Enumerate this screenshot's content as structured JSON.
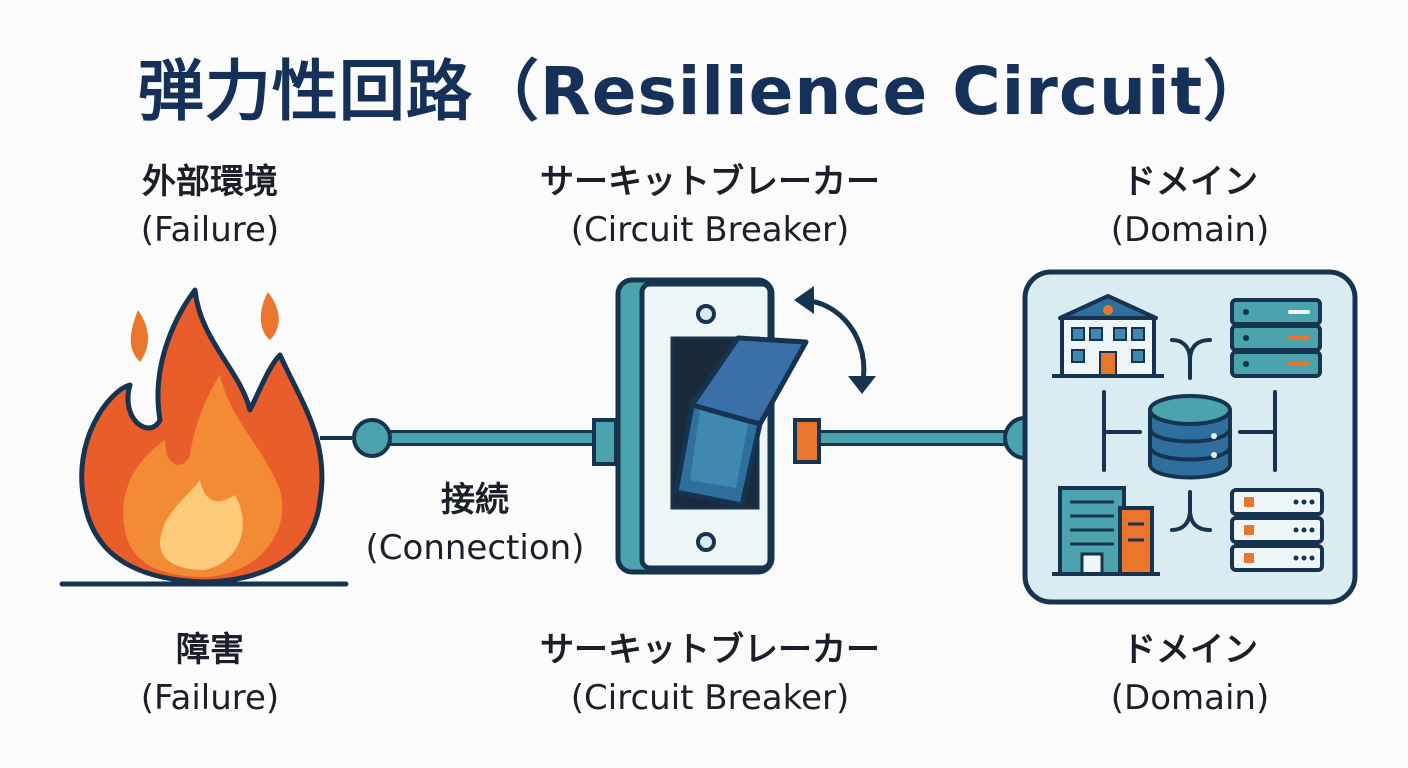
{
  "title": "弾力性回路（Resilience Circuit）",
  "top_labels": {
    "left": {
      "jp": "外部環境",
      "en": "(Failure)"
    },
    "center": {
      "jp": "サーキットブレーカー",
      "en": "(Circuit Breaker)"
    },
    "right": {
      "jp": "ドメイン",
      "en": "(Domain)"
    }
  },
  "connection_label": {
    "jp": "接続",
    "en": "(Connection)"
  },
  "bottom_labels": {
    "left": {
      "jp": "障害",
      "en": "(Failure)"
    },
    "center": {
      "jp": "サーキットブレーカー",
      "en": "(Circuit Breaker)"
    },
    "right": {
      "jp": "ドメイン",
      "en": "(Domain)"
    }
  },
  "icons": {
    "failure": "fire-icon",
    "breaker": "circuit-breaker-switch-icon",
    "toggle": "toggle-arrow-icon",
    "domain": [
      "building-icon",
      "server-rack-icon",
      "database-icon",
      "office-tower-icon",
      "server-rack-icon"
    ]
  },
  "colors": {
    "title": "#15315a",
    "wire": "#3d8f9a",
    "node": "#4aa3ad",
    "flame_outer": "#e85d2a",
    "flame_mid": "#f38b34",
    "flame_inner": "#fccb7a",
    "panel_bg": "#d9ecf1",
    "outline": "#163450",
    "accent": "#e9762c"
  }
}
